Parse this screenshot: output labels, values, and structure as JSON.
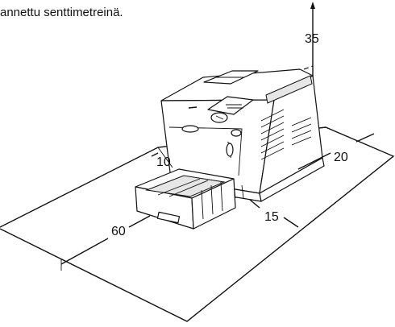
{
  "caption": "annettu senttimetreinä.",
  "dimensions": {
    "top": "35",
    "left": "10",
    "right": "20",
    "front": "15",
    "tray": "60"
  }
}
